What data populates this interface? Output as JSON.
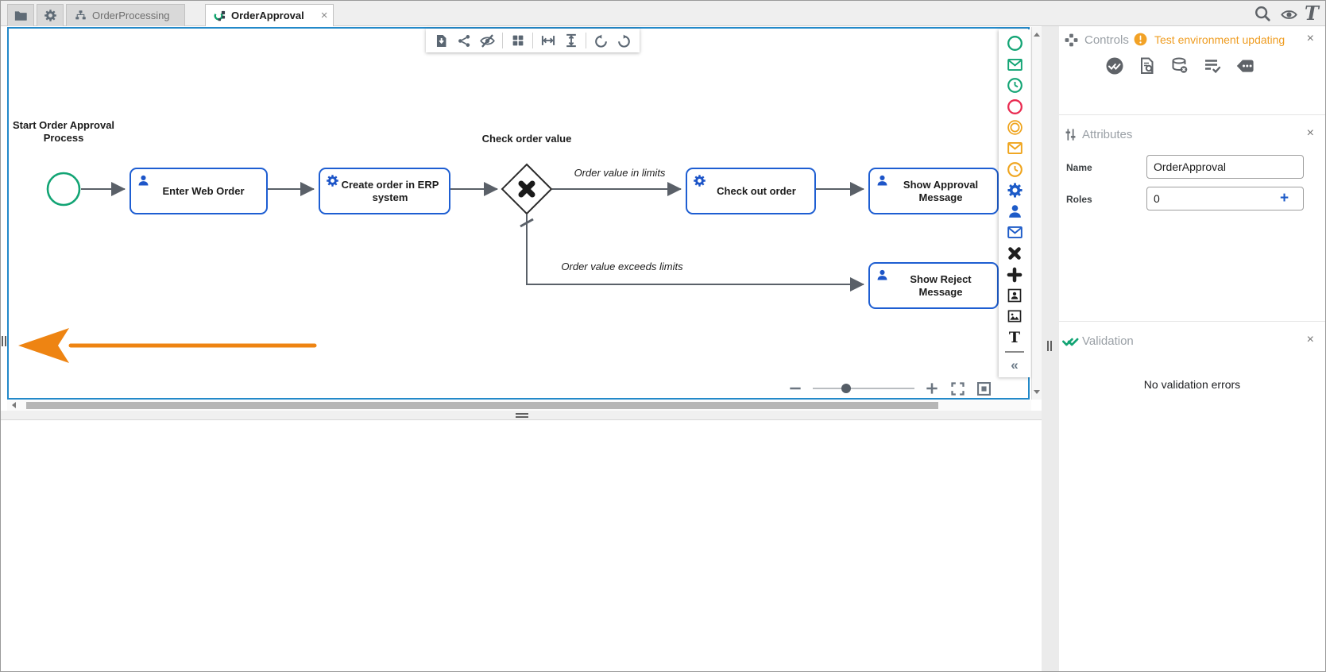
{
  "glyphs": {
    "logo": "T",
    "text_tool": "T",
    "collapse": "«"
  },
  "topbar": {
    "tabs": [
      {
        "label": "OrderProcessing"
      },
      {
        "label": "OrderApproval",
        "close": "×"
      }
    ]
  },
  "diagram": {
    "start_event_label": "Start Order Approval Process",
    "gateway_label": "Check order value",
    "edge_in_limits": "Order value in limits",
    "edge_exceeds": "Order value exceeds limits",
    "tasks": [
      {
        "label": "Enter Web Order",
        "type": "user"
      },
      {
        "label": "Create order in ERP system",
        "type": "service"
      },
      {
        "label": "Check out order",
        "type": "service"
      },
      {
        "label": "Show Approval Message",
        "type": "user"
      },
      {
        "label": "Show Reject Message",
        "type": "user"
      }
    ]
  },
  "palette": {
    "items": [
      "start-event",
      "message-start-event",
      "timer-start-event",
      "end-event",
      "intermediate-event",
      "message-intermediate-event",
      "timer-intermediate-event",
      "service-task",
      "user-task",
      "send-task",
      "exclusive-gateway",
      "parallel-gateway",
      "participant",
      "image",
      "text-annotation",
      "collapse-palette"
    ]
  },
  "panels": {
    "controls": {
      "title": "Controls",
      "warning": "Test environment updating",
      "close": "×"
    },
    "attributes": {
      "title": "Attributes",
      "close": "×",
      "fields": [
        {
          "label": "Name",
          "value": "OrderApproval"
        },
        {
          "label": "Roles",
          "value": "0",
          "add": "+"
        }
      ]
    },
    "validation": {
      "title": "Validation",
      "close": "×",
      "message": "No validation errors"
    }
  },
  "colors": {
    "task_blue": "#1e5ed2",
    "event_green": "#12a474",
    "event_red": "#e92a50",
    "event_orange": "#efa41c",
    "warning_orange": "#f2a226",
    "canvas_border": "#2389c9",
    "annotation_arrow": "#ee8412"
  }
}
